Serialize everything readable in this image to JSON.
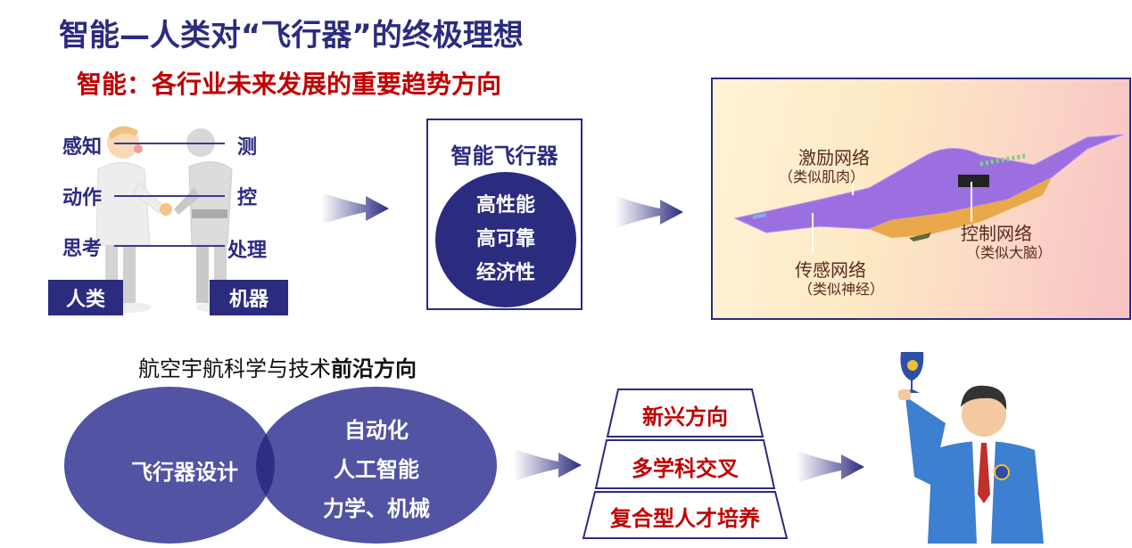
{
  "header": {
    "title": "智能—人类对“飞行器”的终极理想",
    "subtitle": "智能：各行业未来发展的重要趋势方向"
  },
  "human_machine": {
    "human_labels": [
      "感知",
      "动作",
      "思考"
    ],
    "machine_labels": [
      "测",
      "控",
      "处理"
    ],
    "human_tag": "人类",
    "machine_tag": "机器"
  },
  "smart_aircraft": {
    "title": "智能飞行器",
    "features": [
      "高性能",
      "高可靠",
      "经济性"
    ]
  },
  "aircraft_image": {
    "labels": [
      {
        "name": "激励网络",
        "note": "（类似肌肉）"
      },
      {
        "name": "传感网络",
        "note": "（类似神经）"
      },
      {
        "name": "控制网络",
        "note": "（类似大脑）"
      }
    ]
  },
  "frontier": {
    "heading_normal": "航空宇航科学与技术",
    "heading_bold": "前沿方向",
    "left_circle": "飞行器设计",
    "right_circle": [
      "自动化",
      "人工智能",
      "力学、机械"
    ]
  },
  "pyramid": [
    "新兴方向",
    "多学科交叉",
    "复合型人才培养"
  ],
  "colors": {
    "navy": "#2b2b80",
    "red": "#c00000",
    "venn": "#5253a3",
    "venn_overlap": "#2e2e86"
  }
}
